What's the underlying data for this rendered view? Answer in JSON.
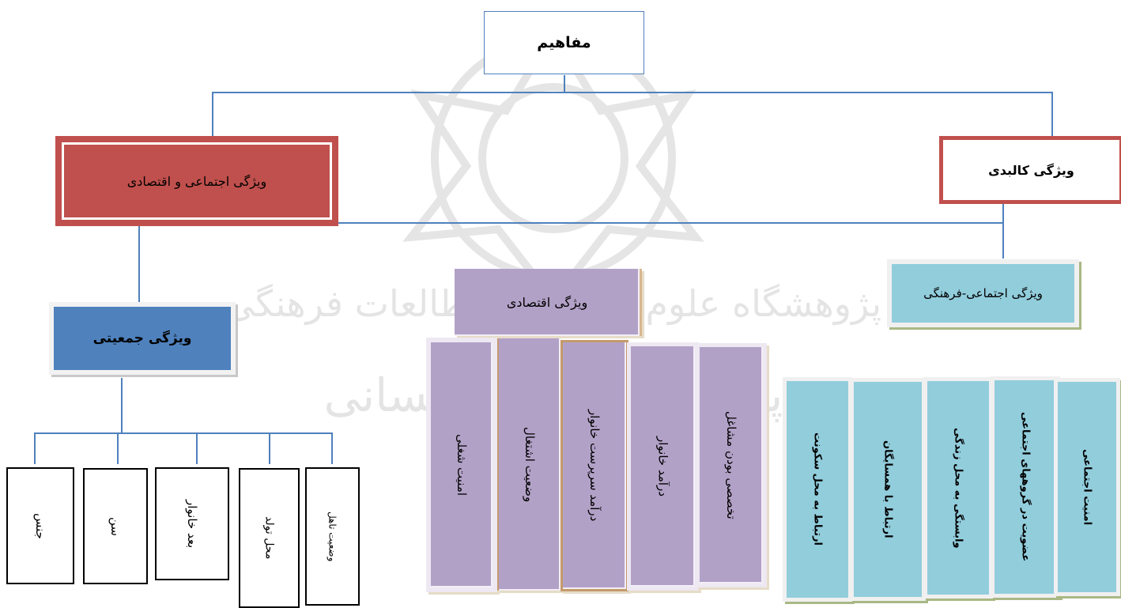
{
  "root": {
    "label": "مفاهیم"
  },
  "branches": {
    "socio_economic": {
      "label": "ویژگی اجتماعی و اقتصادی"
    },
    "physical": {
      "label": "ویژگی کالبدی"
    }
  },
  "demographic": {
    "label": "ویژگی جمعیتی",
    "items": [
      "جنس",
      "سن",
      "بعد خانوار",
      "محل تولد",
      "وضعیت تاهل"
    ]
  },
  "economic": {
    "label": "ویژگی اقتصادی",
    "items": [
      "امنیت شغلی",
      "وضعیت اشتغال",
      "درآمد سرپرست خانوار",
      "درآمد خانوار",
      "تخصصی بودن مشاغل"
    ]
  },
  "socio_cultural": {
    "label": "ویژگی اجتماعی-فرهنگی",
    "items": [
      "ارتباط به محل سکونت",
      "ارتباط با همسایگان",
      "وابستگی به محل زندگی",
      "عضویت در گروههای اجتماعی",
      "امنیت اجتماعی"
    ]
  },
  "watermark": {
    "text_1": "پژوهشگاه علوم انسانی و مطالعات فرهنگی",
    "text_2": "پرتال جامع علوم انسانی"
  },
  "colors": {
    "red": "#c0504d",
    "blue": "#4f81bd",
    "purple": "#b2a1c7",
    "cyan": "#92cddc",
    "line": "#4f81bd"
  }
}
